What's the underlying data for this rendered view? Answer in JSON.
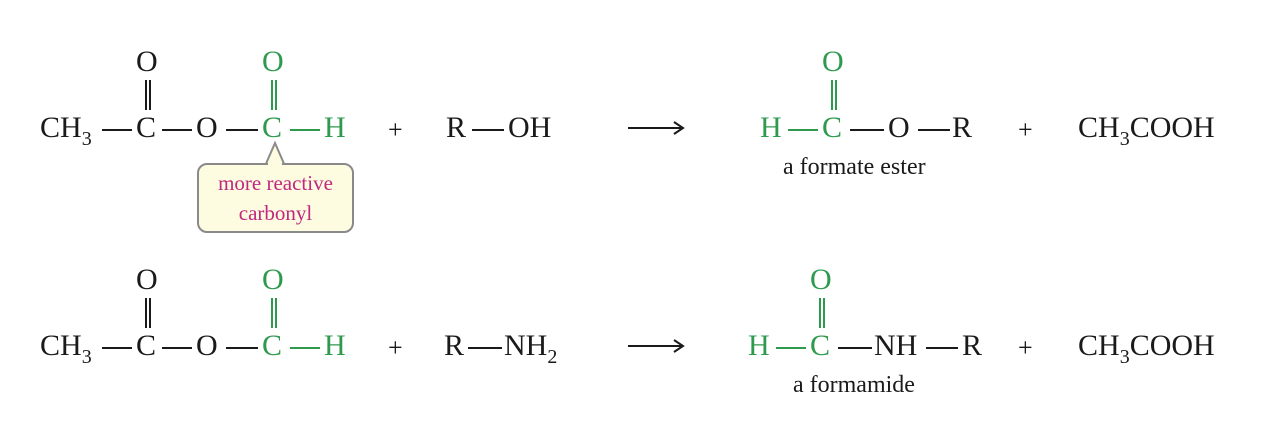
{
  "colors": {
    "highlight_green": "#2e9a4e",
    "callout_text": "#c2277f",
    "callout_fill": "#fdfbe0",
    "text": "#1a1a1a"
  },
  "reactions": [
    {
      "reactant1": {
        "ch3": "CH",
        "ch3_sub": "3",
        "c": "C",
        "o_top1": "O",
        "o_link": "O",
        "c_formyl": "C",
        "o_top2": "O",
        "h": "H"
      },
      "plus1": "+",
      "reactant2": {
        "r": "R",
        "group": "OH",
        "group_sub": ""
      },
      "arrow": "→",
      "product": {
        "h": "H",
        "c": "C",
        "o_top": "O",
        "link": "O",
        "r": "R",
        "label": "a formate ester"
      },
      "plus2": "+",
      "byproduct": {
        "pre": "CH",
        "sub": "3",
        "post": "COOH"
      },
      "callout": {
        "line1": "more reactive",
        "line2": "carbonyl"
      }
    },
    {
      "reactant1": {
        "ch3": "CH",
        "ch3_sub": "3",
        "c": "C",
        "o_top1": "O",
        "o_link": "O",
        "c_formyl": "C",
        "o_top2": "O",
        "h": "H"
      },
      "plus1": "+",
      "reactant2": {
        "r": "R",
        "group": "NH",
        "group_sub": "2"
      },
      "arrow": "→",
      "product": {
        "h": "H",
        "c": "C",
        "o_top": "O",
        "link": "NH",
        "r": "R",
        "label": "a formamide"
      },
      "plus2": "+",
      "byproduct": {
        "pre": "CH",
        "sub": "3",
        "post": "COOH"
      }
    }
  ]
}
